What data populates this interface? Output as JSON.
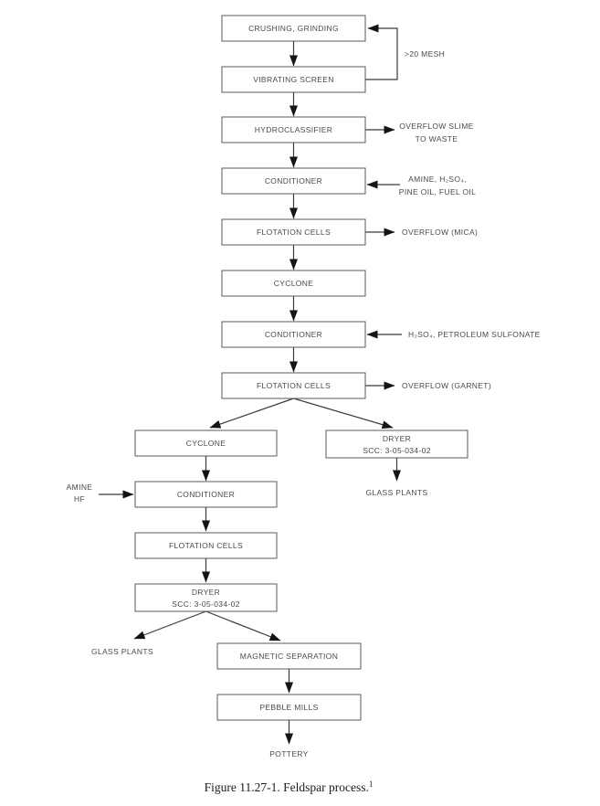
{
  "page": {
    "caption": "Figure 11.27-1.  Feldspar process.",
    "caption_superscript": "1"
  },
  "nodes": {
    "crushing_grinding": "CRUSHING, GRINDING",
    "vibrating_screen": "VIBRATING SCREEN",
    "hydroclassifier": "HYDROCLASSIFIER",
    "conditioner_1": "CONDITIONER",
    "flotation_cells_1": "FLOTATION CELLS",
    "cyclone_1": "CYCLONE",
    "conditioner_2": "CONDITIONER",
    "flotation_cells_2": "FLOTATION CELLS",
    "cyclone_2": "CYCLONE",
    "dryer_right_title": "DRYER",
    "dryer_right_scc": "SCC:  3-05-034-02",
    "conditioner_3": "CONDITIONER",
    "flotation_cells_3": "FLOTATION CELLS",
    "dryer_left_title": "DRYER",
    "dryer_left_scc": "SCC:  3-05-034-02",
    "magnetic_separation": "MAGNETIC SEPARATION",
    "pebble_mills": "PEBBLE MILLS"
  },
  "stream_labels": {
    "mesh_recycle": ">20 MESH",
    "overflow_slime_line1": "OVERFLOW SLIME",
    "overflow_slime_line2": "TO WASTE",
    "reagents1_line1": "AMINE, H₂SO₄,",
    "reagents1_line2": "PINE OIL, FUEL OIL",
    "overflow_mica": "OVERFLOW (MICA)",
    "reagents2": "H₂SO₄, PETROLEUM SULFONATE",
    "overflow_garnet": "OVERFLOW (GARNET)",
    "glass_plants_right": "GLASS PLANTS",
    "amine_hf_line1": "AMINE",
    "amine_hf_line2": "HF",
    "glass_plants_left": "GLASS PLANTS",
    "pottery": "POTTERY"
  },
  "colors": {
    "box-stroke": "#595959",
    "flow-line": "#3a3a3a",
    "arrowhead": "#141414",
    "text-color": "#4a4a4a",
    "background": "#ffffff"
  }
}
